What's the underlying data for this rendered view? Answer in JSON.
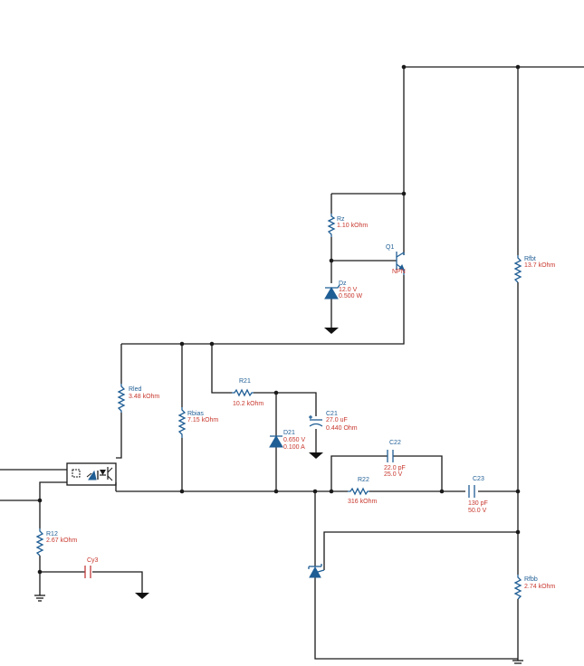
{
  "components": {
    "q1": {
      "name": "Q1",
      "type": "NPN"
    },
    "rz": {
      "name": "Rz",
      "value": "1.10 kOhm"
    },
    "dz": {
      "name": "Dz",
      "value1": "12.0 V",
      "value2": "0.500 W"
    },
    "rfbt": {
      "name": "Rfbt",
      "value": "13.7 kOhm"
    },
    "rled": {
      "name": "Rled",
      "value": "3.48 kOhm"
    },
    "rbias": {
      "name": "Rbias",
      "value": "7.15 kOhm"
    },
    "r21": {
      "name": "R21",
      "value": "10.2 kOhm"
    },
    "c21": {
      "name": "C21",
      "value1": "27.0 uF",
      "value2": "0.440 Ohm"
    },
    "d21": {
      "name": "D21",
      "value1": "0.650 V",
      "value2": "0.100 A"
    },
    "c22": {
      "name": "C22",
      "value1": "22.0 pF",
      "value2": "25.0 V"
    },
    "r22": {
      "name": "R22",
      "value": "316 kOhm"
    },
    "c23": {
      "name": "C23",
      "value1": "130 pF",
      "value2": "50.0 V"
    },
    "r12": {
      "name": "R12",
      "value": "2.67 kOhm"
    },
    "cy3": {
      "name": "Cy3"
    },
    "rfbb": {
      "name": "Rfbb",
      "value": "2.74 kOhm"
    }
  },
  "colors": {
    "wire": "#1a1a1a",
    "part": "#1f5e95",
    "value_text": "#c8372d"
  }
}
